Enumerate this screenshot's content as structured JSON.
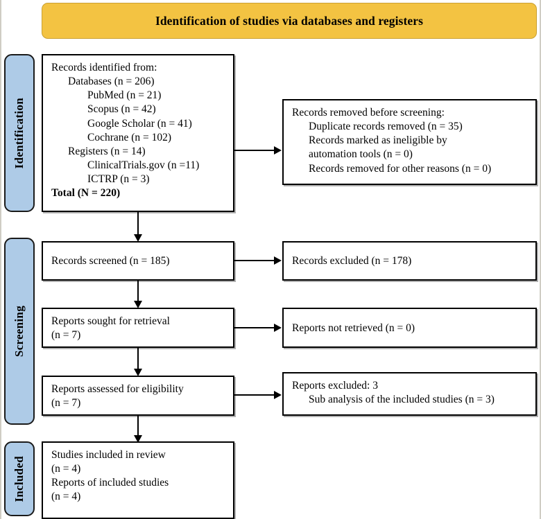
{
  "header": {
    "title": "Identification of studies via databases and registers",
    "background_color": "#F3C342",
    "border_color": "#c9a033"
  },
  "phases": {
    "identification": "Identification",
    "screening": "Screening",
    "included": "Included",
    "background_color": "#AECBE7",
    "border_color": "#1a1a1a"
  },
  "boxes": {
    "identified": {
      "lines": [
        "Records identified from:",
        "Databases (n = 206)",
        "PubMed (n = 21)",
        "Scopus (n = 42)",
        "Google Scholar (n = 41)",
        "Cochrane (n = 102)",
        "Registers (n = 14)",
        "ClinicalTrials.gov (n =11)",
        "ICTRP (n = 3)",
        "Total (N = 220)"
      ]
    },
    "removed": {
      "lines": [
        "Records removed before screening:",
        "Duplicate records removed (n = 35)",
        "Records marked as ineligible by",
        "automation tools (n = 0)",
        "Records removed for other reasons (n = 0)"
      ]
    },
    "screened": {
      "lines": [
        "Records screened (n = 185)"
      ]
    },
    "excluded": {
      "lines": [
        "Records excluded (n = 178)"
      ]
    },
    "sought": {
      "lines": [
        "Reports sought for retrieval",
        "(n = 7)"
      ]
    },
    "not_retrieved": {
      "lines": [
        "Reports not retrieved (n = 0)"
      ]
    },
    "assessed": {
      "lines": [
        "Reports assessed for eligibility",
        "(n = 7)"
      ]
    },
    "reports_excluded": {
      "lines": [
        "Reports excluded: 3",
        "Sub analysis of the included studies (n = 3)"
      ]
    },
    "included": {
      "lines": [
        "Studies included in review",
        "(n = 4)",
        "Reports of included studies",
        "(n = 4)"
      ]
    }
  }
}
